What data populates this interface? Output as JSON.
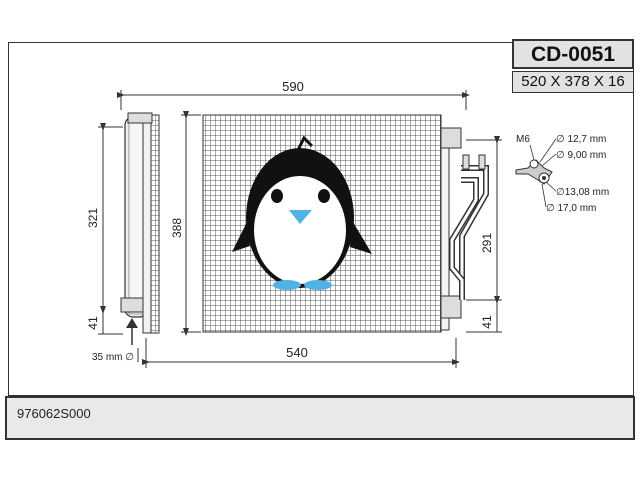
{
  "header": {
    "code": "CD-0051",
    "size": "520 X 378 X 16"
  },
  "footer": {
    "part_number": "976062S000"
  },
  "dimensions": {
    "top_width": "590",
    "bottom_width": "540",
    "left_height": "321",
    "left_bottom": "41",
    "core_height": "388",
    "right_height": "291",
    "right_bottom": "41",
    "inlet_diameter": "35 mm ∅"
  },
  "fittings": {
    "thread": "M6",
    "d1": "∅ 12,7 mm",
    "d2": "∅ 9,00 mm",
    "d3": "∅13,08 mm",
    "d4": "∅ 17,0 mm"
  },
  "colors": {
    "mesh": "#555555",
    "line": "#333333",
    "mascot_body": "#111111",
    "mascot_beak": "#4fb3e6"
  },
  "icons": {
    "mascot": "penguin-icon",
    "inlet": "arrow-up-icon"
  }
}
